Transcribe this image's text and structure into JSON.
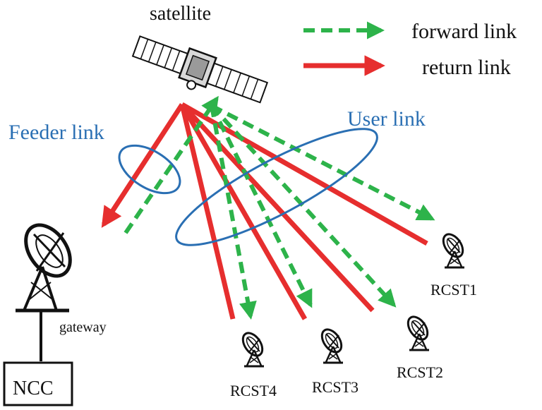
{
  "labels": {
    "satellite": "satellite",
    "forward_link": "forward link",
    "return_link": "return link",
    "feeder_link": "Feeder link",
    "user_link": "User link",
    "gateway": "gateway",
    "ncc": "NCC",
    "rcst1": "RCST1",
    "rcst2": "RCST2",
    "rcst3": "RCST3",
    "rcst4": "RCST4"
  },
  "colors": {
    "forward": "#2db34a",
    "return": "#e62e2e",
    "ellipse": "#2a6fb3",
    "label_blue": "#2a6fb3",
    "ink": "#111111"
  },
  "icons": {
    "satellite": "satellite-icon",
    "gateway": "satellite-dish-icon",
    "terminal": "satellite-dish-icon"
  }
}
